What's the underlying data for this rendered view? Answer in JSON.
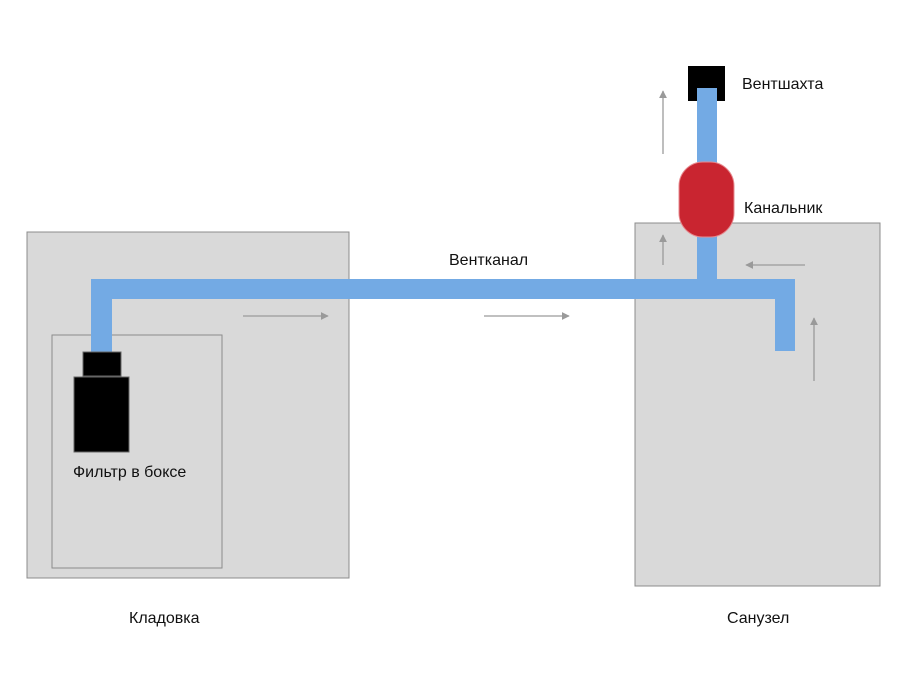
{
  "labels": {
    "ventshaft": "Вентшахта",
    "duct_fan": "Канальник",
    "vent_channel": "Вентканал",
    "filter_box": "Фильтр в боксе",
    "storage_room": "Кладовка",
    "bathroom": "Санузел"
  },
  "colors": {
    "room_fill": "#d9d9d9",
    "room_stroke": "#8c8c8c",
    "duct": "#73aae4",
    "fan": "#c92530",
    "fan_stroke": "#e68a8f",
    "equipment": "#000000",
    "arrow": "#9a9a9a"
  },
  "icons": [
    "ventshaft-box-icon",
    "duct-fan-icon",
    "filter-unit-icon",
    "airflow-arrow-icon"
  ]
}
